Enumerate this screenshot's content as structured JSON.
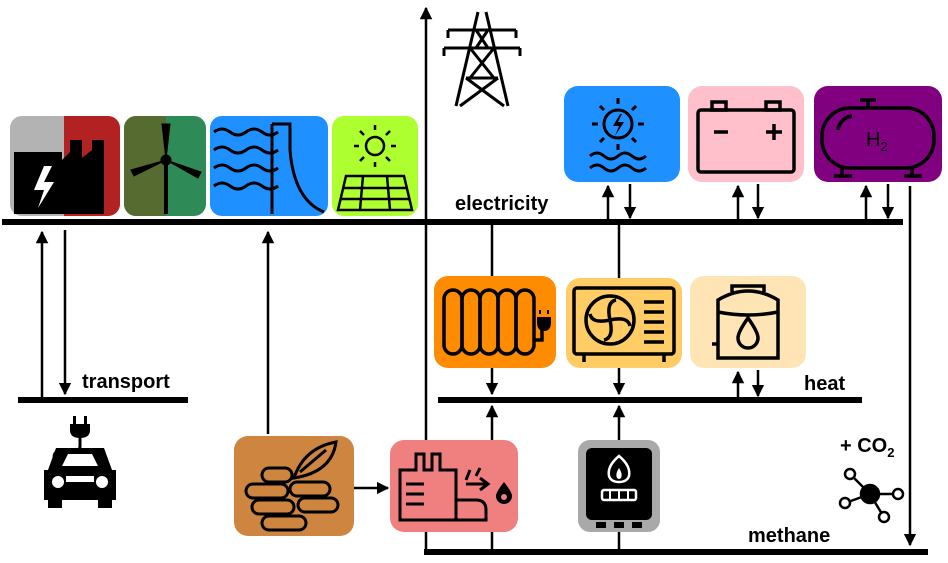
{
  "labels": {
    "electricity": "electricity",
    "transport": "transport",
    "heat": "heat",
    "methane": "methane",
    "co2_prefix": "+ CO",
    "co2_sub": "2",
    "h2_main": "H",
    "h2_sub": "2"
  },
  "icons": {
    "pylon": "electricity-pylon-icon",
    "fossil_plant": "fossil-power-plant-icon",
    "wind": "wind-turbine-icon",
    "hydro": "hydro-dam-icon",
    "solar": "solar-panel-icon",
    "pumped_hydro": "pumped-hydro-storage-icon",
    "battery": "battery-icon",
    "hydrogen": "hydrogen-tank-icon",
    "electric_heater": "electric-heater-icon",
    "heat_pump": "heat-pump-icon",
    "heat_storage": "heat-storage-tank-icon",
    "electric_car": "electric-car-icon",
    "biomass": "biomass-pellets-icon",
    "chp": "combined-heat-power-plant-icon",
    "gas_boiler": "gas-boiler-icon",
    "methane_molecule": "methane-molecule-icon"
  },
  "colors": {
    "fossil_gray": "#b3b3b3",
    "fossil_red": "#b22222",
    "wind_green": "#2e8b57",
    "wind_olive": "#556b2f",
    "hydro_blue": "#1e90ff",
    "solar_lime": "#adff2f",
    "battery_pink": "#ffc0cb",
    "hydrogen_purple": "#800080",
    "heater_orange": "#ff8c00",
    "heatpump_yellow": "#ffcc66",
    "storage_peach": "#ffe4b5",
    "biomass_brown": "#cd853f",
    "chp_salmon": "#f08080",
    "boiler_gray": "#a9a9a9"
  }
}
